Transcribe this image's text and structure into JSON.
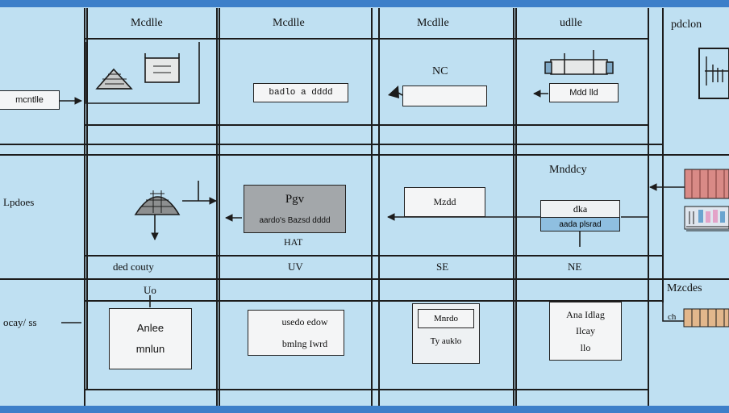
{
  "columns": {
    "c1": "Mcdlle",
    "c2": "Mcdlle",
    "c3": "Mcdlle",
    "c4": "udlle",
    "c5": "pdclon"
  },
  "rows": {
    "r1": "mcntlle",
    "r2": "Lpdoes",
    "r3": "ocay/ ss"
  },
  "row1": {
    "box_center": "badlo a dddd",
    "nc_label": "NC",
    "right_box": "Mdd lld"
  },
  "row2": {
    "pgv_title": "Pgv",
    "pgv_caption": "aardo's Bazsd dddd",
    "below_pgv": "HAT",
    "middle_box": "Mzdd",
    "right_header": "Mnddcy",
    "right_box_title": "dka",
    "right_box_sub": "aada plsrad"
  },
  "strip": {
    "left": "ded couty",
    "uv": "UV",
    "se": "SE",
    "ne": "NE"
  },
  "row3": {
    "uo": "Uo",
    "box1_line1": "Anlee",
    "box1_line2": "mnlun",
    "box2_line1": "usedo edow",
    "box2_line2": "bmlng Iwrd",
    "box3_line1": "Mnrdo",
    "box3_line2": "Ty auklo",
    "box4_line1": "Ana Idlag",
    "box4_line2": "Ilcay",
    "box4_line3": "llo",
    "right_header": "Mzcdes",
    "right_small": "ch"
  },
  "colors": {
    "background": "#bfe0f2",
    "frame_blue": "#3d7fc9",
    "grid_line": "#1c1c1c",
    "chart_red": "#d98a86",
    "chart_blue": "#6aa4cf",
    "chart_orange": "#e2b78c",
    "chart_pink": "#e3a3c8"
  }
}
